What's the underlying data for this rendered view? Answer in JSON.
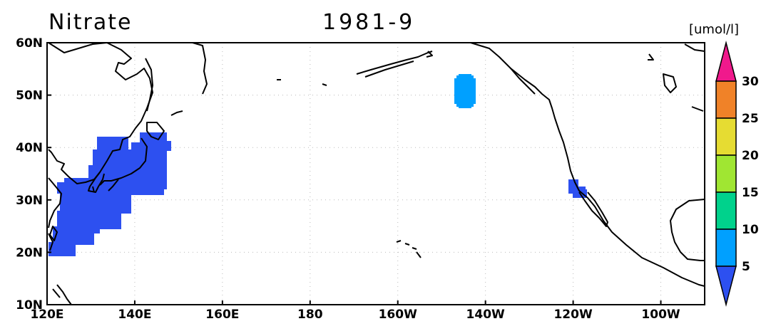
{
  "title": {
    "variable": "Nitrate",
    "date": "1981-9"
  },
  "units": "[umol/l]",
  "axes": {
    "x_ticks": [
      {
        "lon": 120,
        "label": "120E"
      },
      {
        "lon": 140,
        "label": "140E"
      },
      {
        "lon": 160,
        "label": "160E"
      },
      {
        "lon": 180,
        "label": "180"
      },
      {
        "lon": 200,
        "label": "160W"
      },
      {
        "lon": 220,
        "label": "140W"
      },
      {
        "lon": 240,
        "label": "120W"
      },
      {
        "lon": 260,
        "label": "100W"
      }
    ],
    "y_ticks": [
      {
        "lat": 60,
        "label": "60N"
      },
      {
        "lat": 50,
        "label": "50N"
      },
      {
        "lat": 40,
        "label": "40N"
      },
      {
        "lat": 30,
        "label": "30N"
      },
      {
        "lat": 20,
        "label": "20N"
      },
      {
        "lat": 10,
        "label": "10N"
      }
    ],
    "lon_range": [
      120,
      270
    ],
    "lat_range": [
      10,
      60
    ]
  },
  "colorbar": {
    "levels": [
      "5",
      "10",
      "15",
      "20",
      "25",
      "30"
    ],
    "colors": [
      "#2d50f0",
      "#00a0ff",
      "#00d28c",
      "#a0e632",
      "#e6dc32",
      "#f08228",
      "#f0198c"
    ]
  },
  "chart_data": {
    "type": "heatmap",
    "grid": "dotted",
    "xlim": [
      120,
      270
    ],
    "ylim": [
      10,
      60
    ],
    "regions": [
      {
        "name": "nw-pacific-kuroshio",
        "class": "0-5",
        "color": "#2d50f0"
      },
      {
        "name": "gulf-of-alaska-patch",
        "class": "5-10",
        "color": "#00a0ff"
      },
      {
        "name": "california-patch",
        "class": "0-5",
        "color": "#2d50f0"
      }
    ]
  }
}
